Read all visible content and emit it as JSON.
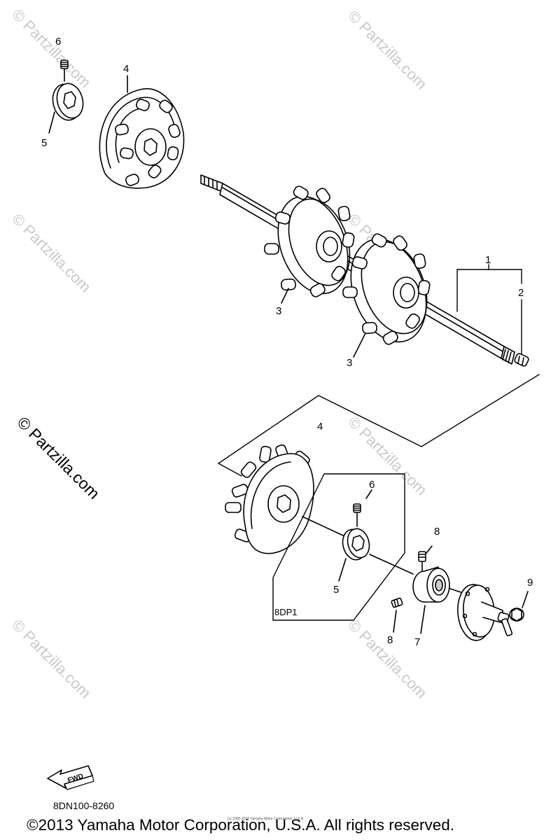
{
  "watermark": {
    "text": "© Partzilla.com",
    "text_dark": "© Partzilla.com"
  },
  "callouts": {
    "c1": "1",
    "c2": "2",
    "c3a": "3",
    "c3b": "3",
    "c4_top": "4",
    "c4_bottom": "4",
    "c5_top": "5",
    "c5_bottom": "5",
    "c6_top": "6",
    "c6_bottom": "6",
    "c7": "7",
    "c8_top": "8",
    "c8_bottom": "8",
    "c9": "9"
  },
  "box_label": "8DP1",
  "fwd_label": "FWD",
  "diagram_code": "8DN100-8260",
  "copyright": "©2013 Yamaha Motor Corporation, U.S.A. All rights reserved.",
  "tiny_copyright": "(c) 2005-2016 Yamaha Motor Corporation, U.S.A."
}
